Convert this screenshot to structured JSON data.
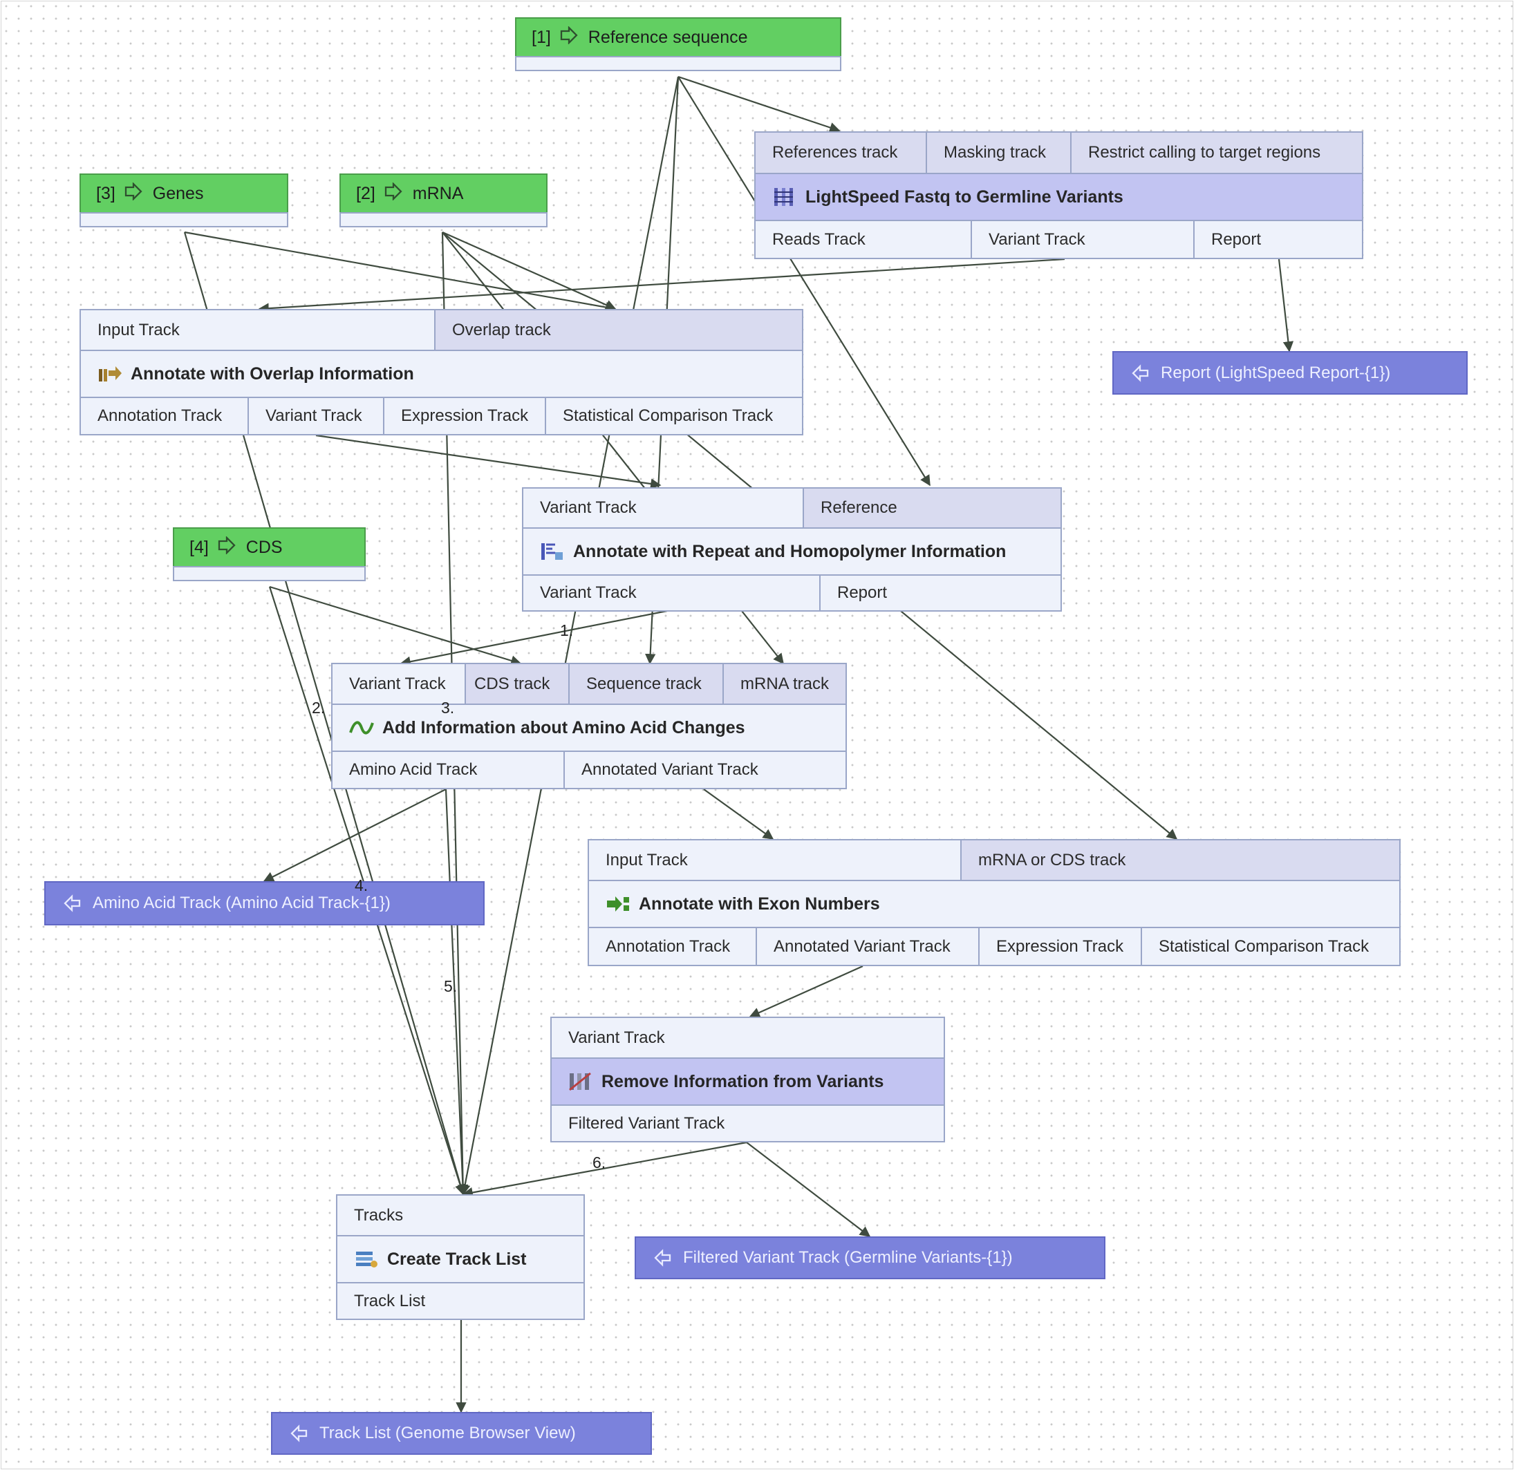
{
  "inputs": {
    "ref": {
      "index": "[1]",
      "label": "Reference sequence"
    },
    "mrna": {
      "index": "[2]",
      "label": "mRNA"
    },
    "genes": {
      "index": "[3]",
      "label": "Genes"
    },
    "cds": {
      "index": "[4]",
      "label": "CDS"
    }
  },
  "tools": {
    "lightspeed": {
      "inputs": [
        "References track",
        "Masking track",
        "Restrict calling to target regions"
      ],
      "title": "LightSpeed Fastq to Germline Variants",
      "outputs": [
        "Reads Track",
        "Variant Track",
        "Report"
      ]
    },
    "overlap": {
      "inputs": [
        "Input Track",
        "Overlap track"
      ],
      "title": "Annotate with Overlap Information",
      "outputs": [
        "Annotation Track",
        "Variant Track",
        "Expression Track",
        "Statistical Comparison Track"
      ]
    },
    "repeat": {
      "inputs": [
        "Variant Track",
        "Reference"
      ],
      "title": "Annotate with Repeat and Homopolymer Information",
      "outputs": [
        "Variant Track",
        "Report"
      ]
    },
    "aminoacid": {
      "inputs": [
        "Variant Track",
        "CDS track",
        "Sequence track",
        "mRNA track"
      ],
      "title": "Add Information about Amino Acid Changes",
      "outputs": [
        "Amino Acid Track",
        "Annotated Variant Track"
      ]
    },
    "exon": {
      "inputs": [
        "Input Track",
        "mRNA or CDS track"
      ],
      "title": "Annotate with Exon Numbers",
      "outputs": [
        "Annotation Track",
        "Annotated Variant Track",
        "Expression Track",
        "Statistical Comparison Track"
      ]
    },
    "remove": {
      "inputs": [
        "Variant Track"
      ],
      "title": "Remove Information from Variants",
      "outputs": [
        "Filtered Variant Track"
      ]
    },
    "tracklist": {
      "inputs": [
        "Tracks"
      ],
      "title": "Create Track List",
      "outputs": [
        "Track List"
      ]
    }
  },
  "outputs": {
    "report": "Report (LightSpeed Report-{1})",
    "aminoacid": "Amino Acid Track (Amino Acid Track-{1})",
    "filtered": "Filtered Variant Track (Germline Variants-{1})",
    "tracklist": "Track List (Genome Browser View)"
  },
  "edge_labels": [
    "1.",
    "2.",
    "3.",
    "4.",
    "5.",
    "6."
  ],
  "colors": {
    "input_fill": "#62cf62",
    "tool_fill": "#eef2fb",
    "tool_title_highlight": "#c2c4f2",
    "output_fill": "#7b82dc",
    "edge": "#3f4b3f"
  },
  "icons": {
    "input": "arrow-outline-icon",
    "output": "output-arrow-icon",
    "lightspeed": "dna-pipeline-icon",
    "overlap": "overlap-arrow-icon",
    "repeat": "repeat-annotate-icon",
    "aminoacid": "amino-wave-icon",
    "exon": "exon-arrow-icon",
    "remove": "remove-info-icon",
    "tracklist": "track-list-icon"
  }
}
